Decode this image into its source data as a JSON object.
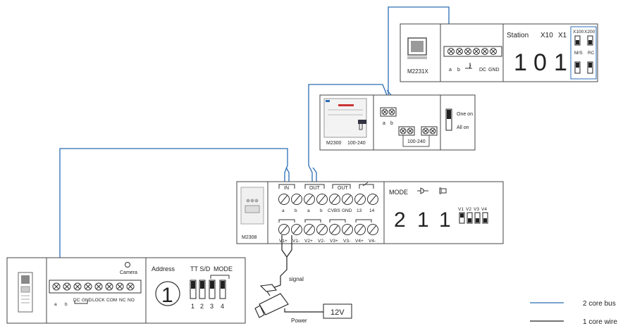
{
  "station": {
    "model": "M2231X",
    "term_labels": [
      "a",
      "b",
      "DC",
      "GND"
    ],
    "station_label": "Station",
    "x10_label": "X10",
    "x1_label": "X1",
    "digits": [
      "1",
      "0",
      "1"
    ],
    "dip_x100": "X100",
    "dip_x200": "X200",
    "dip_ms": "M/S",
    "dip_rc": "RC"
  },
  "power_supply": {
    "model": "M2300",
    "voltage_left": "100-240",
    "voltage_right": "100-240",
    "term_labels": [
      "a",
      "b"
    ],
    "switch_one_on": "One on",
    "switch_all_on": "All on"
  },
  "video_divider": {
    "model": "M2308",
    "group_in": "IN",
    "group_out": "OUT",
    "group_out2": "OUT",
    "top_terms": [
      "a",
      "b",
      "a",
      "b",
      "CVBS",
      "GND",
      "13",
      "14"
    ],
    "bottom_terms": [
      "V1+",
      "V1-",
      "V2+",
      "V2-",
      "V3+",
      "V3-",
      "V4+",
      "V4-"
    ],
    "mode_label": "MODE",
    "digits": [
      "2",
      "1",
      "1"
    ],
    "dip_labels": [
      "V1",
      "V2",
      "V3",
      "V4"
    ]
  },
  "door_station": {
    "camera_label": "Camera",
    "term_labels": [
      "a",
      "b",
      "DC",
      "GND",
      "LOCK",
      "COM",
      "NC",
      "NO"
    ],
    "address_label": "Address",
    "address_digit": "1",
    "tt_label": "TT S/D",
    "mode_label": "MODE",
    "dip_numbers": [
      "1",
      "2",
      "3",
      "4"
    ]
  },
  "camera": {
    "signal_label": "signal",
    "power_label": "Power",
    "supply_label": "12V"
  },
  "legend": {
    "bus_label": "2 core bus",
    "wire_label": "1 core wire"
  },
  "colors": {
    "bus": "#2a6db5",
    "wire": "#222222"
  }
}
